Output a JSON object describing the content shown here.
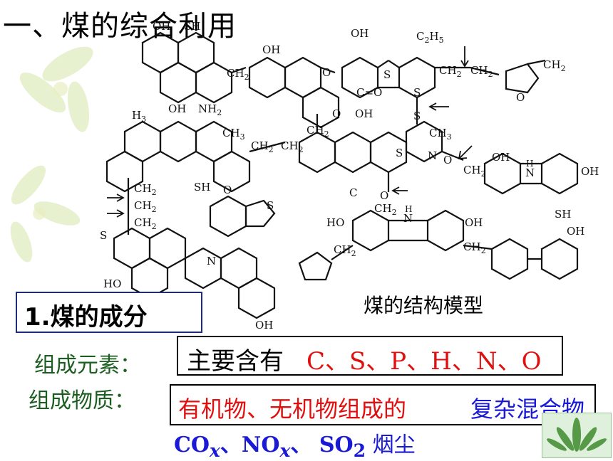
{
  "slide": {
    "title": "一、煤的综合利用"
  },
  "diagram": {
    "caption": "煤的结构模型",
    "labels": {
      "oh": "OH",
      "sh": "SH",
      "nh2": "NH",
      "nh2_sub": "2",
      "c2h5": "C",
      "c2h5_sub": "2",
      "c2h5_h": "H",
      "c2h5_h_sub": "5",
      "ch2": "CH",
      "ch2_sub": "2",
      "ch3": "CH",
      "ch3_sub": "3",
      "h3": "H",
      "h3_sub": "3",
      "o": "O",
      "s": "S",
      "n": "N",
      "c": "C",
      "co": "C=O",
      "ho": "HO",
      "h_atom": "H"
    }
  },
  "section": {
    "heading": "1.煤的成分"
  },
  "composition": {
    "elements_label": "组成元素：",
    "elements_prefix": "主要含有",
    "elements_list": "C、S、P、H、N、O",
    "substance_label": "组成物质：",
    "substance_red": "有机物、无机物组成的",
    "substance_blue": "复杂混合物"
  },
  "pollutants": {
    "co": "CO",
    "co_sub": "x",
    "sep1": "、",
    "no": "NO",
    "no_sub": "x",
    "sep2": "、 ",
    "so": "SO",
    "so_sub": "2",
    "dust": " 烟尘"
  },
  "colors": {
    "red": "#e01010",
    "blue": "#1a1ad6",
    "green_label": "#1b5e20",
    "box_border": "#1e2c7a"
  }
}
